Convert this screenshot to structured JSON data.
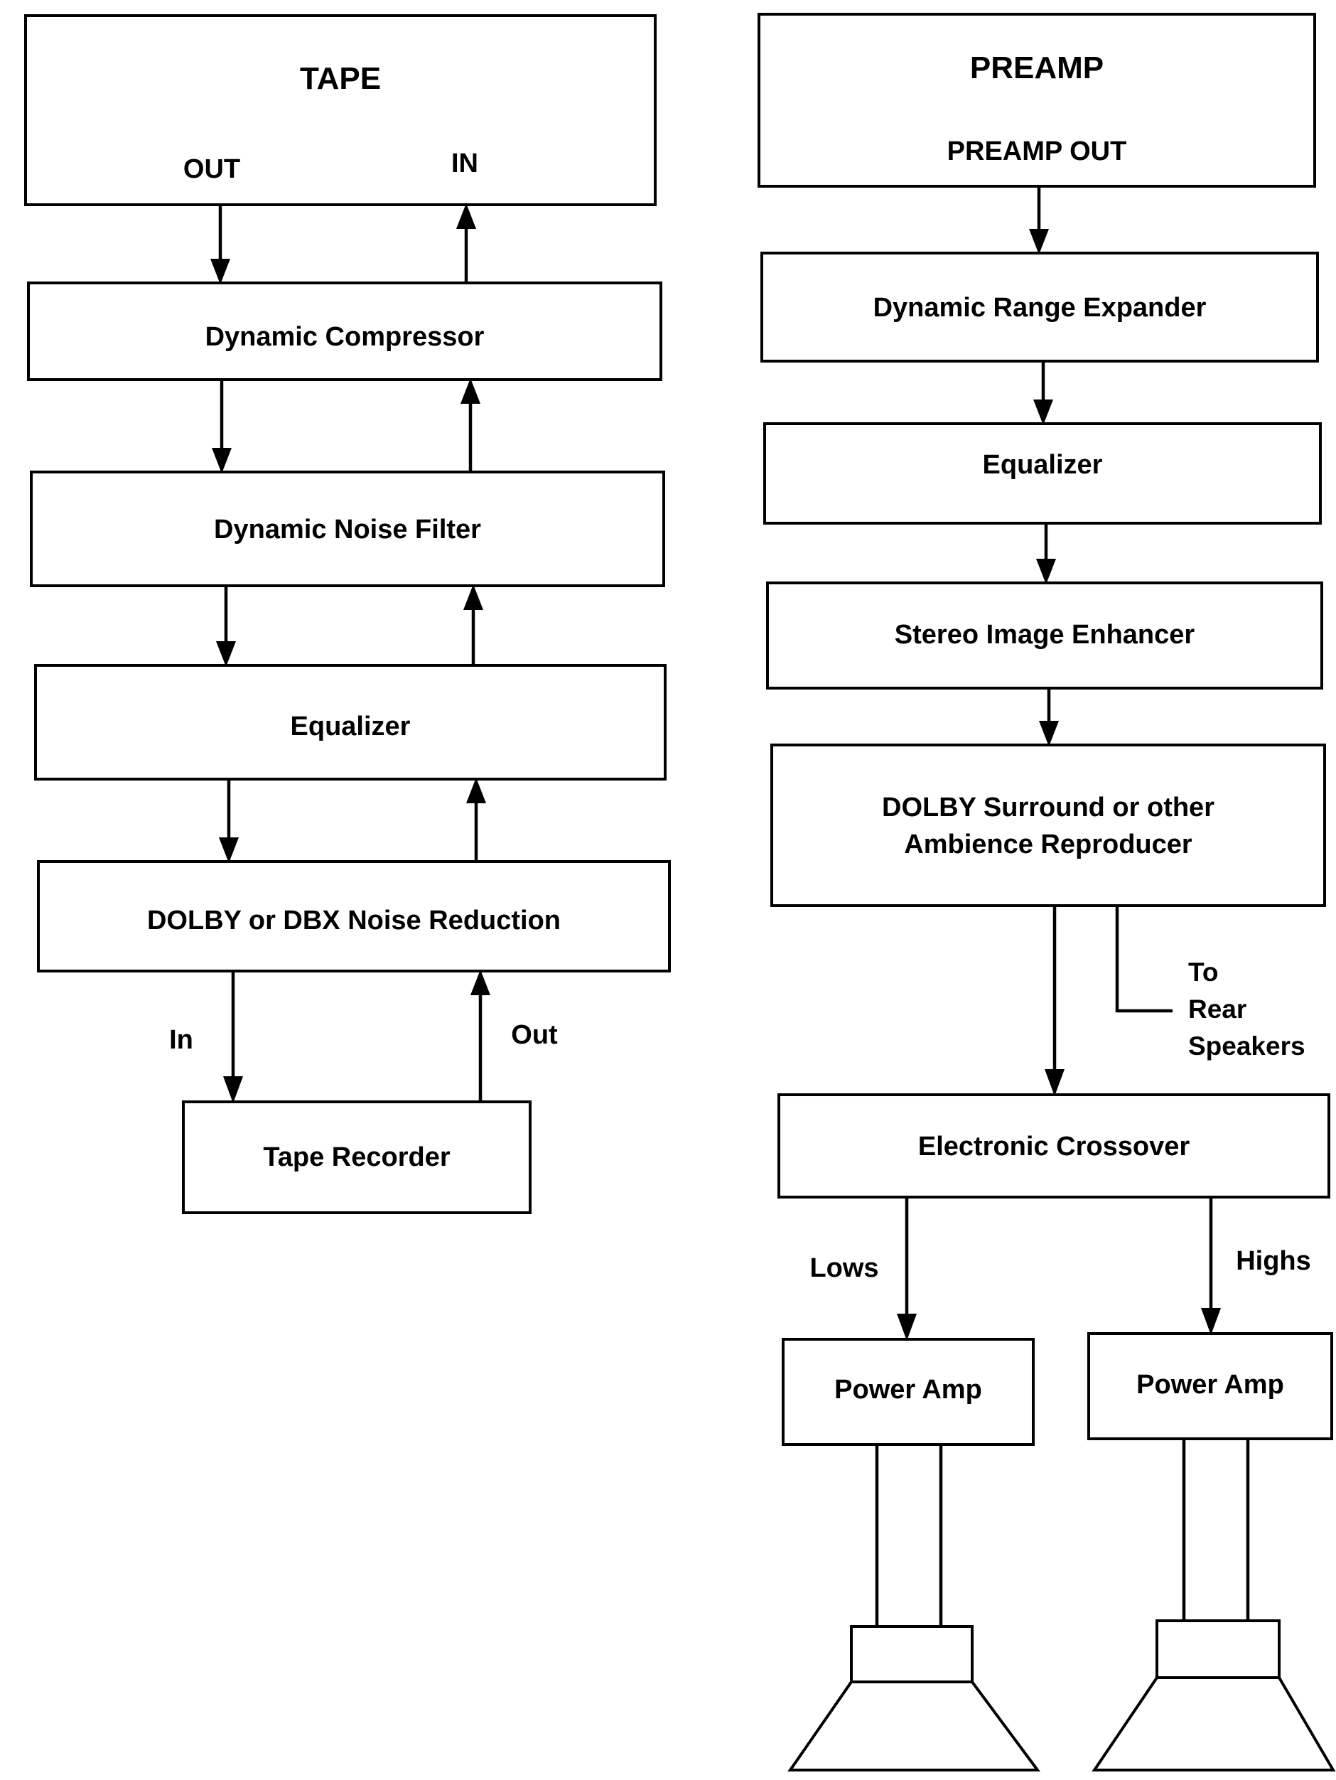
{
  "left_chain": {
    "tape": {
      "title": "TAPE",
      "out_label": "OUT",
      "in_label": "IN"
    },
    "dynamic_compressor": "Dynamic Compressor",
    "dynamic_noise_filter": "Dynamic Noise Filter",
    "equalizer": "Equalizer",
    "noise_reduction": "DOLBY or DBX Noise Reduction",
    "tape_recorder": "Tape Recorder",
    "recorder_in_label": "In",
    "recorder_out_label": "Out"
  },
  "right_chain": {
    "preamp": {
      "title": "PREAMP",
      "out_label": "PREAMP OUT"
    },
    "dynamic_range_expander": "Dynamic Range Expander",
    "equalizer": "Equalizer",
    "stereo_image_enhancer": "Stereo Image Enhancer",
    "surround": {
      "line1": "DOLBY Surround or other",
      "line2": "Ambience Reproducer"
    },
    "rear_speakers": {
      "line1": "To",
      "line2": "Rear",
      "line3": "Speakers"
    },
    "electronic_crossover": "Electronic Crossover",
    "lows_label": "Lows",
    "highs_label": "Highs",
    "power_amp_lows": "Power Amp",
    "power_amp_highs": "Power Amp"
  }
}
